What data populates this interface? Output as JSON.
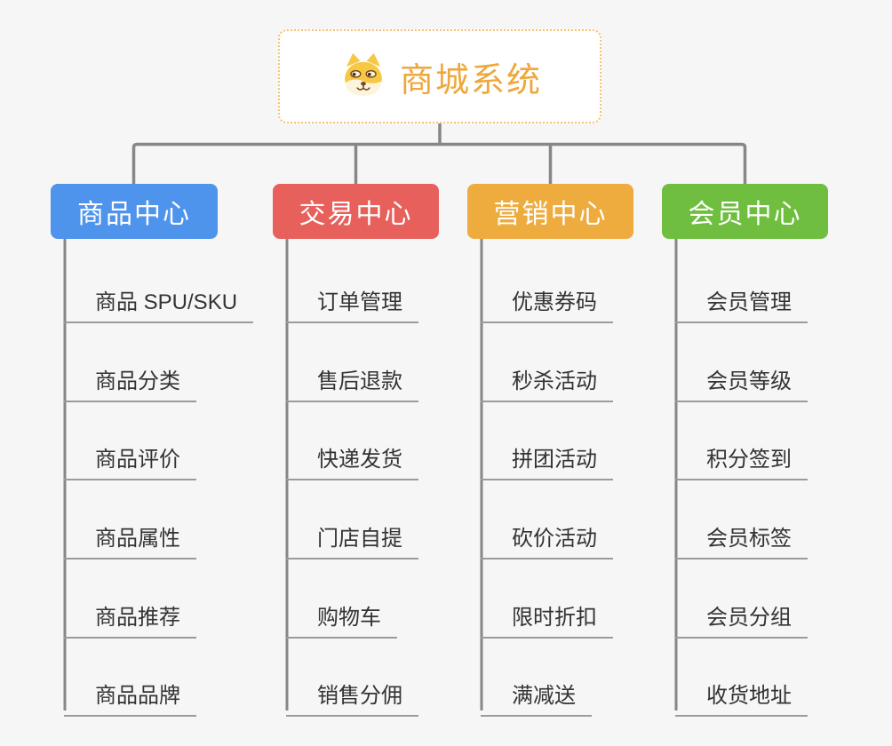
{
  "root": {
    "title": "商城系统",
    "icon": "shiba-dog-icon",
    "text_color": "#efa73b",
    "border_color": "#f3c271",
    "background": "#ffffff"
  },
  "connectors": {
    "color": "#878787"
  },
  "subtopic_style": {
    "underline_color": "#9b9b9b",
    "text_color": "#333333"
  },
  "page_background": "#f6f6f6",
  "branch_text_color": "#ffffff",
  "branches": [
    {
      "label": "商品中心",
      "color": "#4e93ec",
      "children": [
        "商品 SPU/SKU",
        "商品分类",
        "商品评价",
        "商品属性",
        "商品推荐",
        "商品品牌"
      ]
    },
    {
      "label": "交易中心",
      "color": "#e7605c",
      "children": [
        "订单管理",
        "售后退款",
        "快递发货",
        "门店自提",
        "购物车",
        "销售分佣"
      ]
    },
    {
      "label": "营销中心",
      "color": "#eeac3f",
      "children": [
        "优惠券码",
        "秒杀活动",
        "拼团活动",
        "砍价活动",
        "限时折扣",
        "满减送"
      ]
    },
    {
      "label": "会员中心",
      "color": "#6fbe3f",
      "children": [
        "会员管理",
        "会员等级",
        "积分签到",
        "会员标签",
        "会员分组",
        "收货地址"
      ]
    }
  ]
}
